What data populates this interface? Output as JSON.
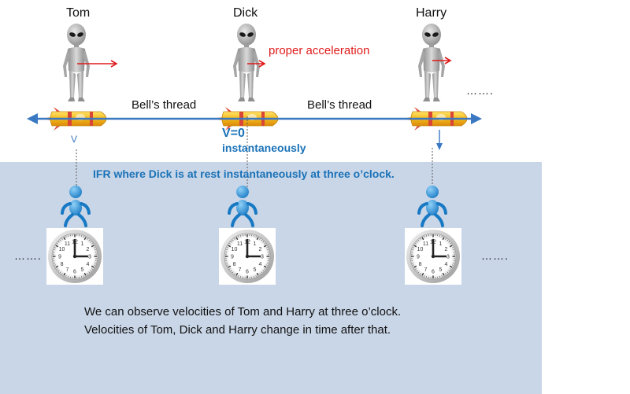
{
  "names": {
    "left": "Tom",
    "middle": "Dick",
    "right": "Harry"
  },
  "proper_acceleration": "proper acceleration",
  "thread_label_left": "Bell’s thread",
  "thread_label_right": "Bell’s thread",
  "velocity_label": "V",
  "dick_velocity": "V=0",
  "dick_instant": "instantaneously",
  "ifr_caption": "IFR where Dick is at rest instantaneously at three o’clock.",
  "observe_line1": "We can observe velocities of Tom and Harry at three o’clock.",
  "observe_line2": "Velocities of Tom, Dick and Harry change in time after that.",
  "ellipsis": "…….",
  "clock_numbers": [
    "12",
    "1",
    "2",
    "3",
    "4",
    "5",
    "6",
    "7",
    "8",
    "9",
    "10",
    "11"
  ],
  "colors": {
    "panel": "#c9d6e7",
    "accent_red": "#e01b1b",
    "accent_blue": "#1a72b8",
    "arrow_blue": "#3a78c2"
  },
  "icons": [
    "alien-figure-icon",
    "rocket-icon",
    "observer-figure-icon",
    "wall-clock-icon"
  ]
}
